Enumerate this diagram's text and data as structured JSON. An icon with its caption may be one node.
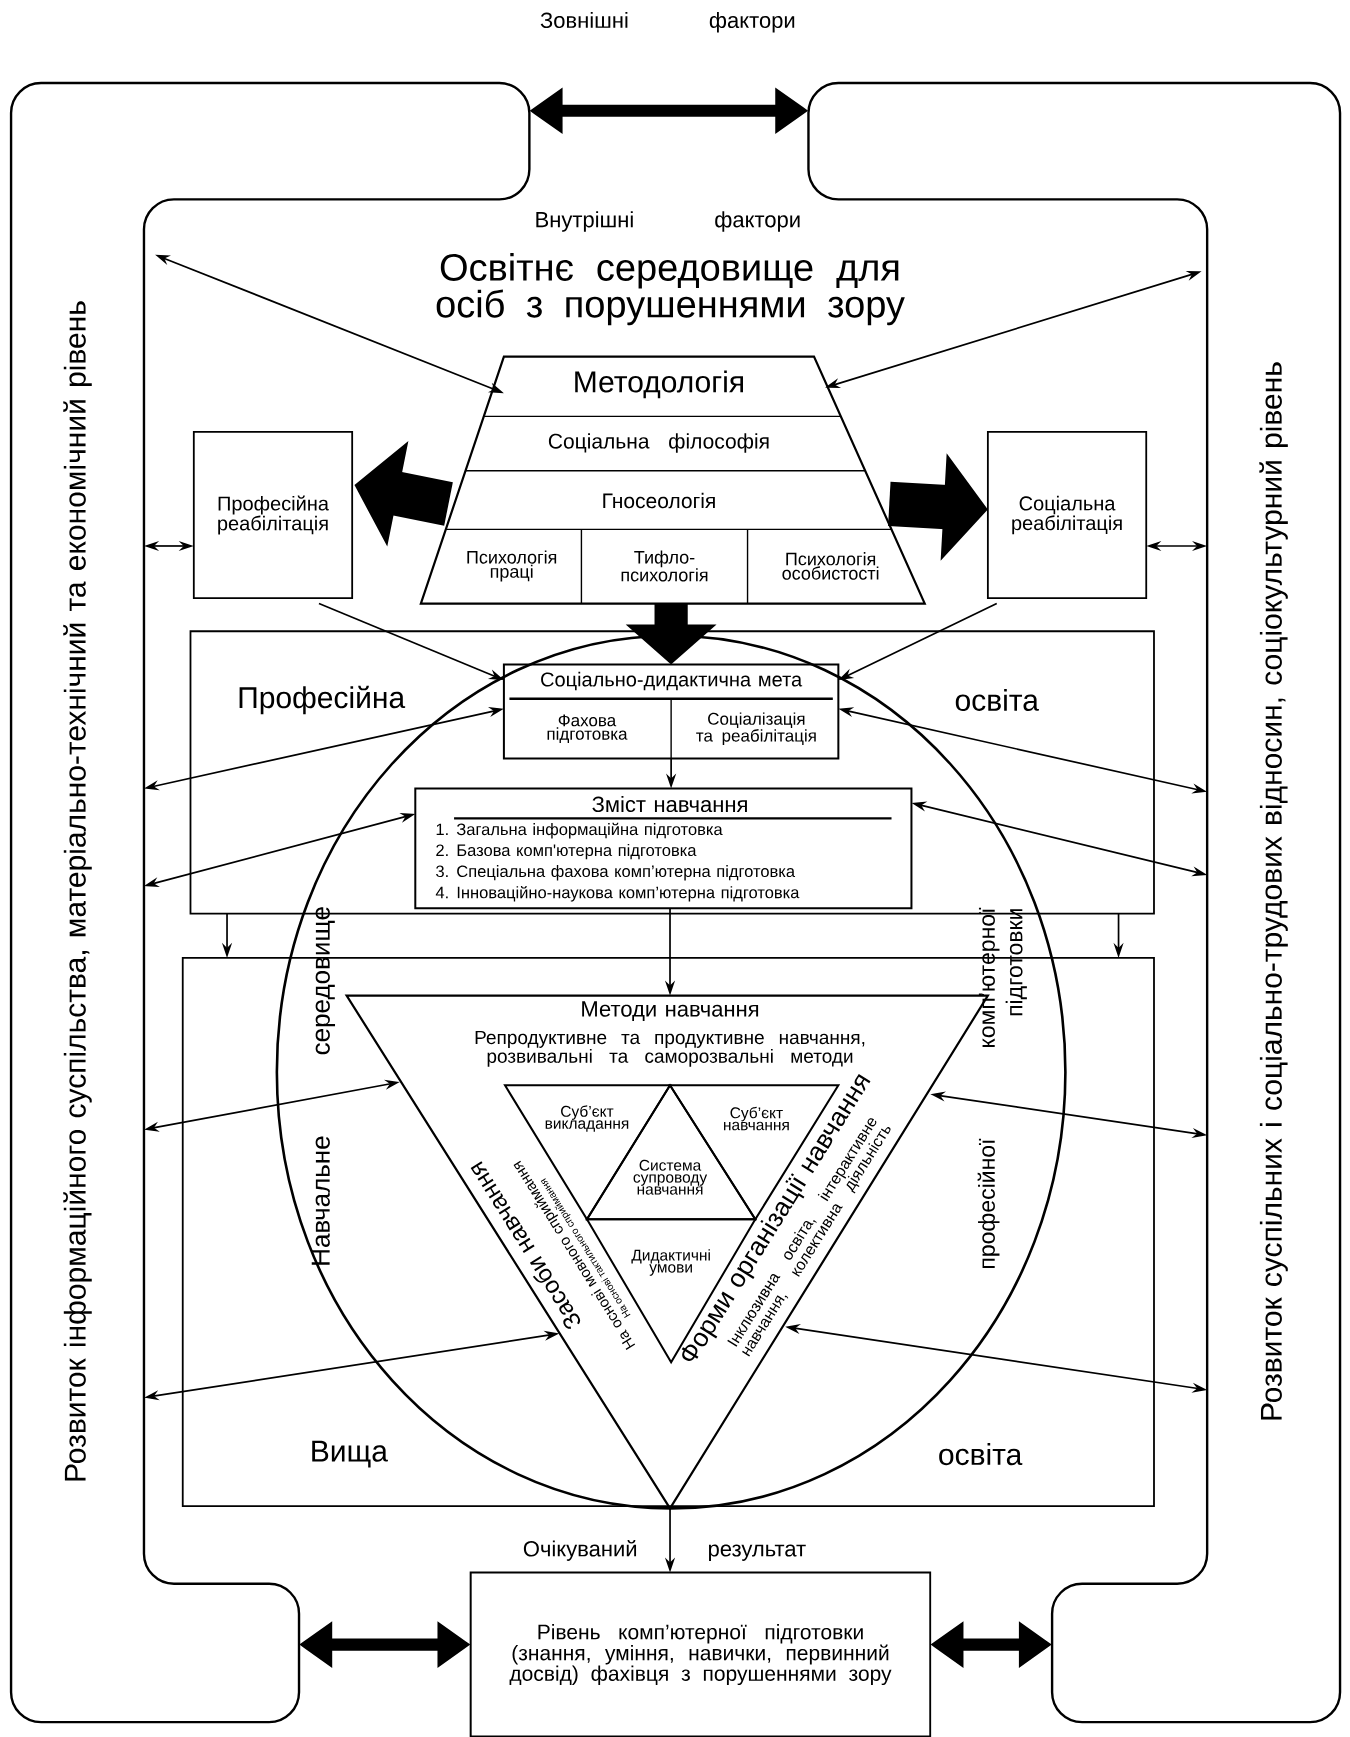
{
  "diagram": {
    "title": "Освітнє середовище для осіб з порушеннями зору",
    "nodes": [
      {
        "text": [
          "Розвиток інформаційного суспільства, матеріально-технічний та економічний рівень"
        ]
      },
      {
        "text": [
          "Розвиток суспільних і соціально-трудових відносин, соціокультурний рівень"
        ]
      },
      {
        "text": [
          "Методологія"
        ]
      },
      {
        "text": [
          "Соціальна філософія"
        ],
        "in": 2
      },
      {
        "text": [
          "Гносеологія"
        ],
        "in": 2
      },
      {
        "text": [
          "Психологія праці"
        ],
        "in": 2
      },
      {
        "text": [
          "Тифло- психологія"
        ],
        "in": 2
      },
      {
        "text": [
          "Психологія особистості"
        ],
        "in": 2
      },
      {
        "text": [
          "Професійна реабілітація"
        ]
      },
      {
        "text": [
          "Соціальна реабілітація"
        ]
      },
      {
        "text": [
          "Професійна",
          "освіта"
        ]
      },
      {
        "text": [
          "Вища",
          "освіта"
        ]
      },
      {
        "text": [
          "Соціально-дидактична мета"
        ],
        "in": 10
      },
      {
        "text": [
          "Фахова підготовка"
        ],
        "in": 12
      },
      {
        "text": [
          "Соціалізація та реабілітація"
        ],
        "in": 12
      },
      {
        "text": [
          "Зміст навчання",
          "1. Загальна інформаційна підготовка",
          "2. Базова комп'ютерна підготовка",
          "3. Спеціальна фахова комп’ютерна підготовка",
          "4. Інноваційно-наукова комп’ютерна підготовка"
        ],
        "in": 10
      },
      {
        "text": [
          "Методи навчання",
          "Репродуктивне та продуктивне навчання, розвивальні та саморозвальні методи",
          "Засоби навчання",
          "На основі мовного сприймання",
          "На основі тактильного сприймання",
          "Форми організації навчання",
          "Інклюзивна освіта, інтерактивне навчання, колективна діяльність"
        ],
        "in": 11
      },
      {
        "text": [
          "Суб’єкт викладання"
        ],
        "in": 16
      },
      {
        "text": [
          "Система супроводу навчання"
        ],
        "in": 16
      },
      {
        "text": [
          "Суб’єкт навчання"
        ],
        "in": 16
      },
      {
        "text": [
          "Дидактичні умови"
        ],
        "in": 16
      },
      {
        "text": [
          "Рівень комп’ютерної підготовки (знання, уміння, навички, первинний досвід) фахівця з порушеннями зору"
        ]
      }
    ],
    "edges": [
      {
        "from": 0,
        "to": 1,
        "arrow": "both",
        "style": "thick"
      },
      {
        "from": 0,
        "to": 2,
        "arrow": "both"
      },
      {
        "from": 1,
        "to": 2,
        "arrow": "both"
      },
      {
        "from": 2,
        "to": 8,
        "arrow": "to",
        "style": "thick"
      },
      {
        "from": 2,
        "to": 9,
        "arrow": "to",
        "style": "thick"
      },
      {
        "from": 0,
        "to": 8,
        "arrow": "both"
      },
      {
        "from": 9,
        "to": 1,
        "arrow": "both"
      },
      {
        "from": 2,
        "to": 12,
        "arrow": "to",
        "style": "thick"
      },
      {
        "from": 8,
        "to": 12,
        "arrow": "to"
      },
      {
        "from": 9,
        "to": 12,
        "arrow": "to"
      },
      {
        "from": 0,
        "to": 12,
        "arrow": "both"
      },
      {
        "from": 1,
        "to": 12,
        "arrow": "both"
      },
      {
        "from": 12,
        "to": 15,
        "arrow": "to"
      },
      {
        "from": 0,
        "to": 15,
        "arrow": "both"
      },
      {
        "from": 1,
        "to": 15,
        "arrow": "both"
      },
      {
        "from": 10,
        "to": 11,
        "arrow": "to"
      },
      {
        "from": 10,
        "to": 11,
        "arrow": "to"
      },
      {
        "from": 15,
        "to": 16,
        "arrow": "to"
      },
      {
        "from": 0,
        "to": 16,
        "arrow": "both"
      },
      {
        "from": 1,
        "to": 16,
        "arrow": "both"
      },
      {
        "from": 0,
        "to": 16,
        "arrow": "both"
      },
      {
        "from": 1,
        "to": 16,
        "arrow": "both"
      },
      {
        "from": 16,
        "to": 21,
        "arrow": "to"
      },
      {
        "from": 0,
        "to": 21,
        "arrow": "both",
        "style": "thick"
      },
      {
        "from": 21,
        "to": 1,
        "arrow": "both",
        "style": "thick"
      }
    ],
    "labels": [
      "Зовнішні фактори",
      "Внутрішні фактори",
      "Навчальне середовище",
      "професійної комп’ютерної підготовки",
      "Очікуваний результат"
    ]
  }
}
